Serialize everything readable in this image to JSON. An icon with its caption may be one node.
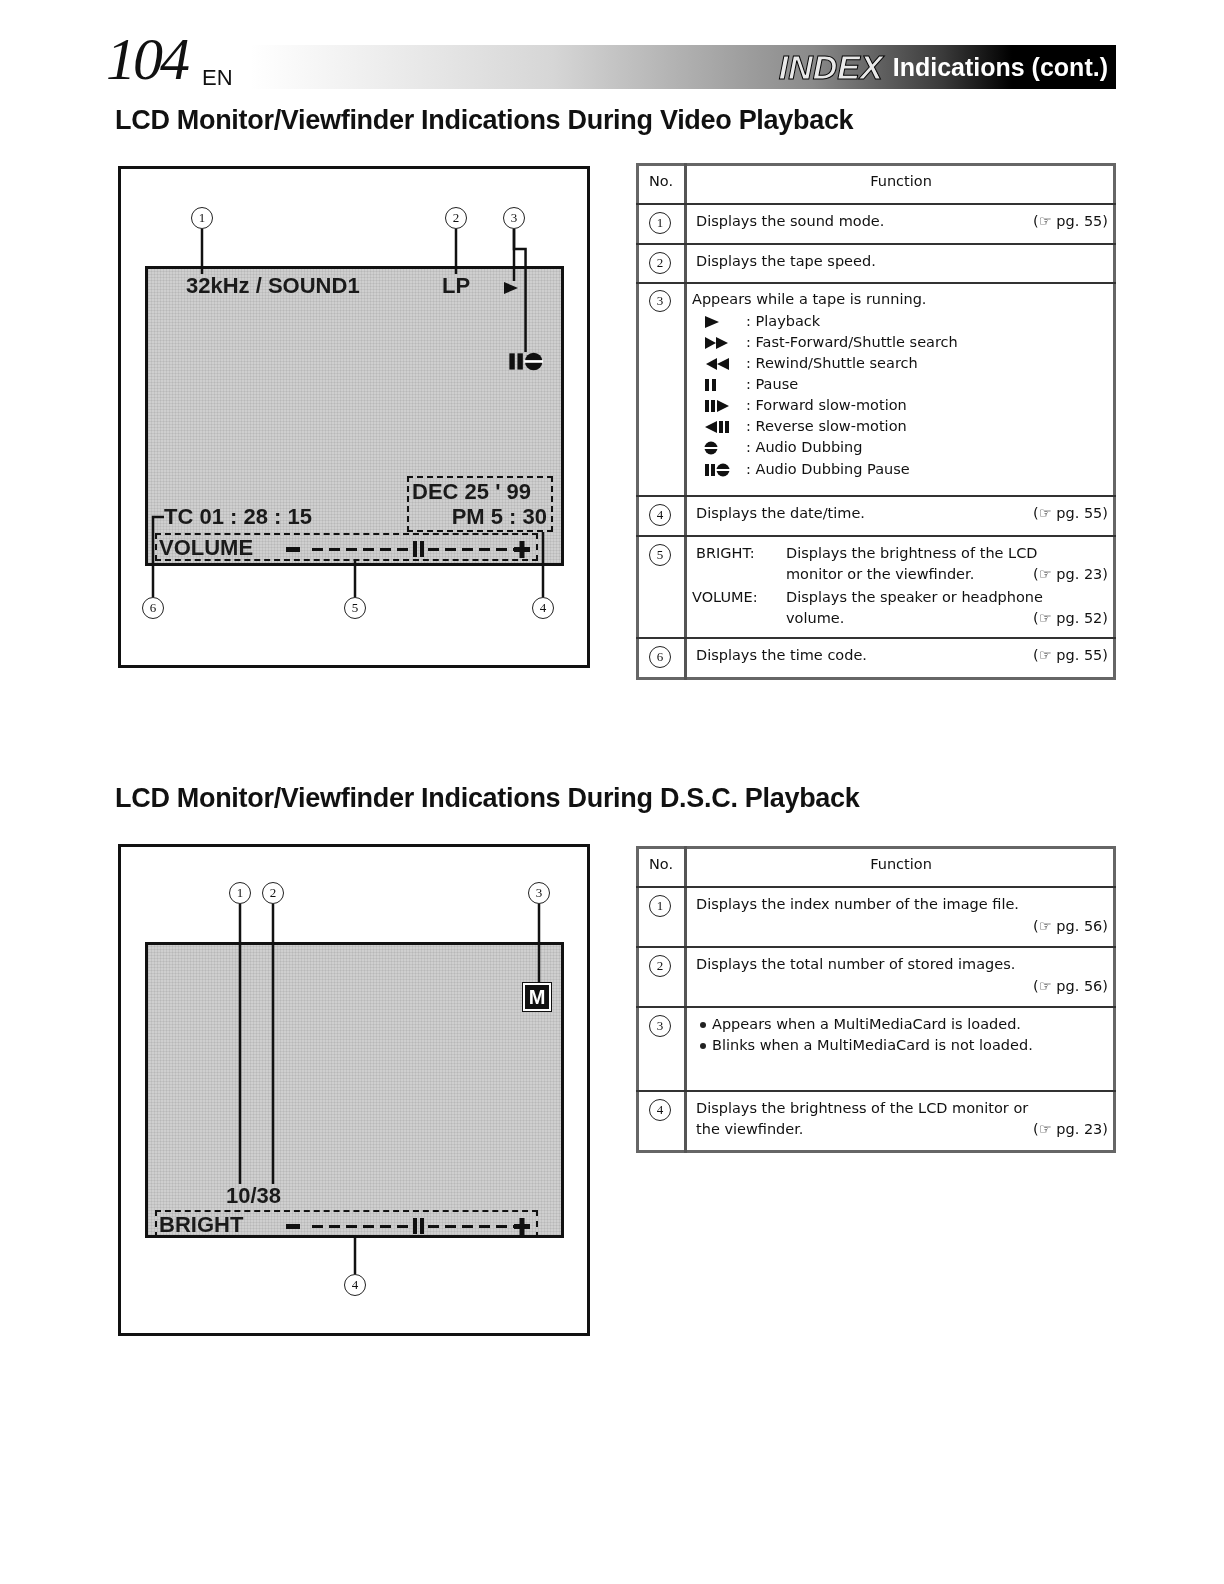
{
  "diagram": {
    "nodes": [
      {
        "text": [
          "1"
        ]
      },
      {
        "text": [
          "2"
        ]
      },
      {
        "text": [
          "3"
        ]
      },
      {
        "text": [
          "32kHz / SOUND1"
        ]
      },
      {
        "text": [
          "LP"
        ]
      },
      {
        "text": [],
        "shape": "triangle"
      },
      {
        "text": [],
        "shape": "icon"
      },
      {
        "text": [
          "DEC 25 ' 99",
          "PM 5 : 30"
        ]
      },
      {
        "text": [
          "TC 01 : 28 : 15"
        ]
      },
      {
        "text": [
          "VOLUME"
        ]
      },
      {
        "text": [
          "6"
        ]
      },
      {
        "text": [
          "5"
        ]
      },
      {
        "text": [
          "4"
        ]
      },
      {
        "text": [
          "1"
        ]
      },
      {
        "text": [
          "2"
        ]
      },
      {
        "text": [
          "3"
        ]
      },
      {
        "text": [
          "M"
        ]
      },
      {
        "text": [
          "10/38"
        ]
      },
      {
        "text": [
          "BRIGHT"
        ]
      },
      {
        "text": [
          "4"
        ]
      },
      {
        "text": [
          "1"
        ]
      },
      {
        "text": [
          "2"
        ]
      },
      {
        "text": [
          "3"
        ]
      },
      {
        "text": [
          "4"
        ]
      },
      {
        "text": [
          "5"
        ]
      },
      {
        "text": [
          "6"
        ]
      },
      {
        "text": [
          "1"
        ]
      },
      {
        "text": [
          "2"
        ]
      },
      {
        "text": [
          "3"
        ]
      },
      {
        "text": [
          "4"
        ]
      }
    ],
    "edges": [
      {
        "from": 0,
        "to": 3,
        "arrow": "none"
      },
      {
        "from": 1,
        "to": 4,
        "arrow": "none"
      },
      {
        "from": 2,
        "to": 5,
        "arrow": "none"
      },
      {
        "from": 2,
        "to": 6,
        "arrow": "none"
      },
      {
        "from": 12,
        "to": 7,
        "arrow": "none"
      },
      {
        "from": 11,
        "to": 9,
        "arrow": "none"
      },
      {
        "from": 10,
        "to": 8,
        "arrow": "none"
      },
      {
        "from": 13,
        "to": 17,
        "arrow": "none"
      },
      {
        "from": 14,
        "to": 17,
        "arrow": "none"
      },
      {
        "from": 15,
        "to": 16,
        "arrow": "none"
      },
      {
        "from": 19,
        "to": 18,
        "arrow": "none"
      }
    ],
    "labels": [
      "104",
      "EN",
      "INDEX",
      "Indications (cont.)",
      "LCD Monitor/Viewfinder Indications During Video Playback",
      "No.",
      "Function",
      "Displays the sound mode.",
      "(☞ pg. 55)",
      "Displays the tape speed.",
      "Appears while a tape is running.",
      ": Playback",
      ": Fast-Forward/Shuttle search",
      ": Rewind/Shuttle search",
      ": Pause",
      ": Forward slow-motion",
      ": Reverse slow-motion",
      ": Audio Dubbing",
      ": Audio Dubbing Pause",
      "Displays the date/time.",
      "(☞ pg. 55)",
      "BRIGHT:",
      "Displays the brightness of the LCD monitor or the viewfinder.",
      "(☞ pg. 23)",
      "VOLUME:",
      "Displays the speaker or headphone volume.",
      "(☞ pg. 52)",
      "Displays the time code.",
      "(☞ pg. 55)",
      "LCD Monitor/Viewfinder Indications During D.S.C. Playback",
      "No.",
      "Function",
      "Displays the index number of the image file.",
      "(☞ pg. 56)",
      "Displays the total number of stored images.",
      "(☞ pg. 56)",
      "Appears when a MultiMediaCard is loaded.",
      "Blinks when a MultiMediaCard is not loaded.",
      "Displays the brightness of the LCD monitor or the viewfinder.",
      "(☞ pg. 23)"
    ]
  }
}
